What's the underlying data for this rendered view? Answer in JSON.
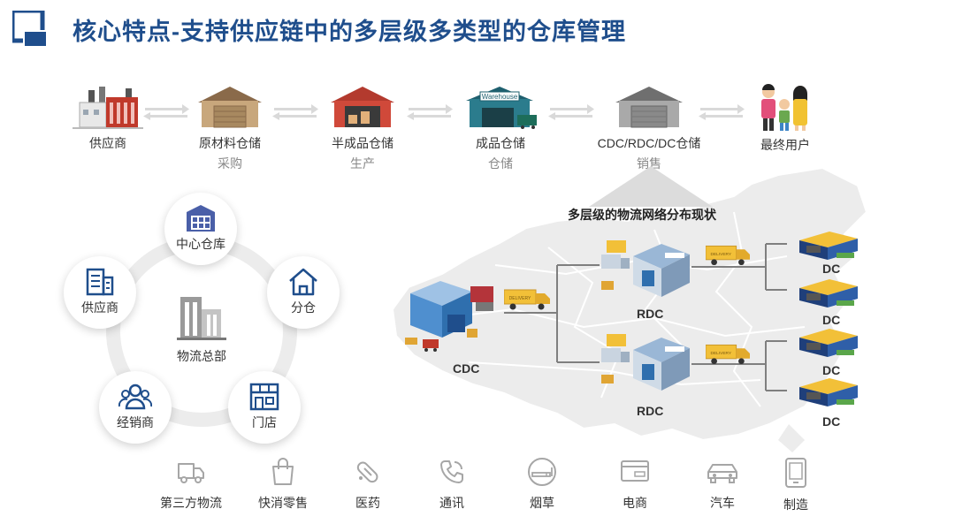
{
  "header": {
    "title": "核心特点-支持供应链中的多层级多类型的仓库管理"
  },
  "chain": [
    {
      "label": "供应商",
      "sub": ""
    },
    {
      "label": "原材料仓储",
      "sub": "采购"
    },
    {
      "label": "半成品仓储",
      "sub": "生产"
    },
    {
      "label": "成品仓储",
      "sub": "仓储",
      "badge": "Warehouse"
    },
    {
      "label": "CDC/RDC/DC仓储",
      "sub": "销售"
    },
    {
      "label": "最终用户",
      "sub": ""
    }
  ],
  "network": {
    "title": "多层级的物流网络分布现状",
    "cdc": "CDC",
    "rdc": [
      "RDC",
      "RDC"
    ],
    "dc": [
      "DC",
      "DC",
      "DC",
      "DC"
    ],
    "truck_text": "DELIVERY"
  },
  "hub": {
    "center": "物流总部",
    "nodes": [
      "中心仓库",
      "分仓",
      "门店",
      "经销商",
      "供应商"
    ]
  },
  "industries": [
    "第三方物流",
    "快消零售",
    "医药",
    "通讯",
    "烟草",
    "电商",
    "汽车",
    "制造"
  ],
  "colors": {
    "title": "#1f4e8c",
    "accent": "#1f4e8c",
    "arrow": "#d9d9d9",
    "map": "#efefef"
  }
}
